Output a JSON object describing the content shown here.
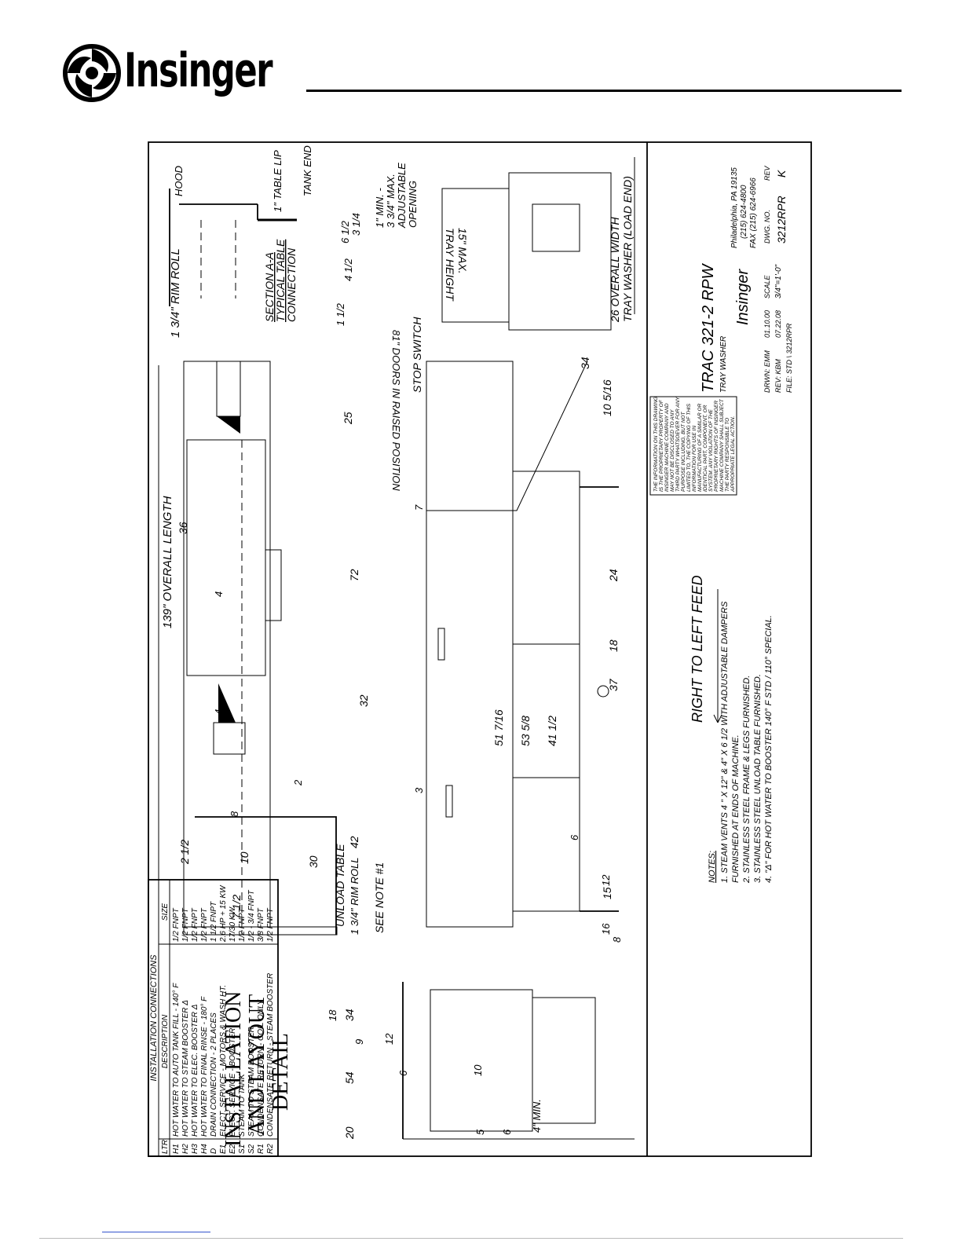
{
  "brand": {
    "name": "Insinger",
    "color": "#000000",
    "icon": "insinger-swirl-logo-icon"
  },
  "title_block": {
    "model": "TRAC  321-2  RPW",
    "product": "TRAY WASHER",
    "company": "Insinger",
    "address": "Philadelphia, PA 19135",
    "phone": "(215) 624-4800",
    "fax": "FAX (215) 624-6966",
    "drawn_label": "DRWN: EMM",
    "drawn_date": "01.10.00",
    "rev_label": "REV: KBM",
    "rev_date": "07.22.08",
    "file": "FILE: STD \\ 3212RPR",
    "scale_label": "SCALE",
    "scale": "3/4\"=1'-0\"",
    "dwg_label": "DWG. NO.",
    "dwg_no": "3212RPR",
    "rev_head": "REV",
    "rev": "K"
  },
  "disclaimer": [
    "THE INFORMATION ON THIS DRAWING",
    "IS THE PROPRIETARY PROPERTY OF",
    "INSINGER MACHINE COMPANY AND",
    "MAY NOT BE DISCLOSED TO ANY",
    "THIRD PARTY WHATSOEVER FOR ANY",
    "PURPOSE INCLUDING, BUT NOT",
    "LIMITED TO, THE COPYING OF THIS",
    "INFORMATION FOR USE IN",
    "MANUFACTURING OF A SIMILAR OR",
    "IDENTICAL PART, COMPONENT, OR",
    "SYSTEM. ANY VIOLATION OF THE",
    "PROPRIETARY RIGHTS OF INSINGER",
    "MACHINE COMPANY SHALL SUBJECT",
    "THE PARTY RESPONSIBLE TO",
    "APPROPRIATE LEGAL ACTION."
  ],
  "drawing_title": [
    "INSTALLATION",
    "AND LAYOUT",
    "DETAIL"
  ],
  "feed_label": "RIGHT  TO  LEFT  FEED",
  "notes": {
    "heading": "NOTES:",
    "items": [
      "1.  STEAM VENTS 4 \" X 12\" & 4\" X 6 1/2 WITH ADJUSTABLE DAMPERS",
      "     FURNISHED AT ENDS OF MACHINE.",
      "2.  STAINLESS STEEL FRAME & LEGS FURNISHED.",
      "3.  STAINLESS STEEL UNLOAD TABLE FURNISHED.",
      "4.  \"Δ\"  FOR HOT WATER TO BOOSTER 140° F STD / 110° SPECIAL."
    ]
  },
  "connections": {
    "title": "INSTALLATION  CONNECTIONS",
    "headers": [
      "LTR",
      "DESCRIPTION",
      "SIZE"
    ],
    "rows": [
      [
        "H1",
        "HOT WATER TO AUTO TANK FILL - 140° F",
        "1/2 FNPT"
      ],
      [
        "H2",
        "HOT WATER TO STEAM BOOSTER Δ",
        "1/2 FNPT"
      ],
      [
        "H3",
        "HOT WATER TO ELEC. BOOSTER Δ",
        "1/2 FNPT"
      ],
      [
        "H4",
        "HOT WATER TO FINAL RINSE - 180° F",
        "1/2 FNPT"
      ],
      [
        "D",
        "DRAIN CONNECTION - 2 PLACES",
        "1 1/2 FNPT"
      ],
      [
        "E1",
        "ELECT. SERVICE - MOTORS & WASH HT.",
        "2.6 HP + 15 KW"
      ],
      [
        "E2",
        "ELECT. SERVICE - BOOSTER",
        "17/30 KW"
      ],
      [
        "S1",
        "STEAM TO TANK",
        "1/2 FNPT"
      ],
      [
        "S2",
        "STEAM TO STEAM BOOSTER",
        "1/2 - 3/4 FNPT"
      ],
      [
        "R1",
        "CONDENSATE RETURN - COIL ONLY",
        "3/8 FNPT"
      ],
      [
        "R2",
        "CONDENSATE RETURN - STEAM BOOSTER",
        "1/2 FNPT"
      ]
    ]
  },
  "labels": {
    "overall_length": "139\" OVERALL LENGTH",
    "rim_roll_top": "1 3/4\" RIM ROLL",
    "rim_roll_bottom": "1 3/4\" RIM ROLL",
    "hood": "HOOD",
    "table_lip": "1\" TABLE LIP",
    "tank_end": "TANK END",
    "section": "SECTION A-A",
    "typical": "TYPICAL TABLE",
    "connection": "CONNECTION",
    "unload_table": "UNLOAD TABLE",
    "see_note": "SEE NOTE #1",
    "stop_switch": "STOP SWITCH",
    "tray_height": "TRAY HEIGHT",
    "max15": "15\" MAX.",
    "adj1": "1\" MIN. -",
    "adj2": "3 3/4\" MAX.",
    "adj3": "ADJUSTABLE",
    "adj4": "OPENING",
    "doors": "81\" DOORS IN RAISED POSITION",
    "overall_width": "26  OVERALL  WIDTH",
    "load_end": "TRAY WASHER (LOAD END)",
    "min4": "4\" MIN."
  },
  "dims": {
    "d36": "36",
    "d25": "25",
    "d72": "72",
    "d32": "32",
    "d42": "42",
    "d30": "30",
    "d10": "10",
    "d71_2": "7 1/2",
    "d21_2": "2 1/2",
    "d8": "8",
    "d4a": "4",
    "d4b": "4",
    "d2": "2",
    "d3": "3",
    "d7": "7",
    "d51": "51 7/16",
    "d53": "53 5/8",
    "d41": "41 1/2",
    "d34a": "34",
    "d34b": "34",
    "d54": "54",
    "d20": "20",
    "d16": "16",
    "d12": "12",
    "d6": "6",
    "d8b": "8",
    "d15": "15",
    "d37": "37",
    "d18": "18",
    "d24": "24",
    "d105": "10 5/16",
    "d18b": "18",
    "d9": "9",
    "d12b": "12",
    "d6b": "6",
    "d10b": "10",
    "d5": "5",
    "d6c": "6",
    "d61_2": "6 1/2",
    "d31_4": "3 1/4",
    "d41_2": "4 1/2",
    "d11_2": "1 1/2",
    "d26": "26"
  }
}
